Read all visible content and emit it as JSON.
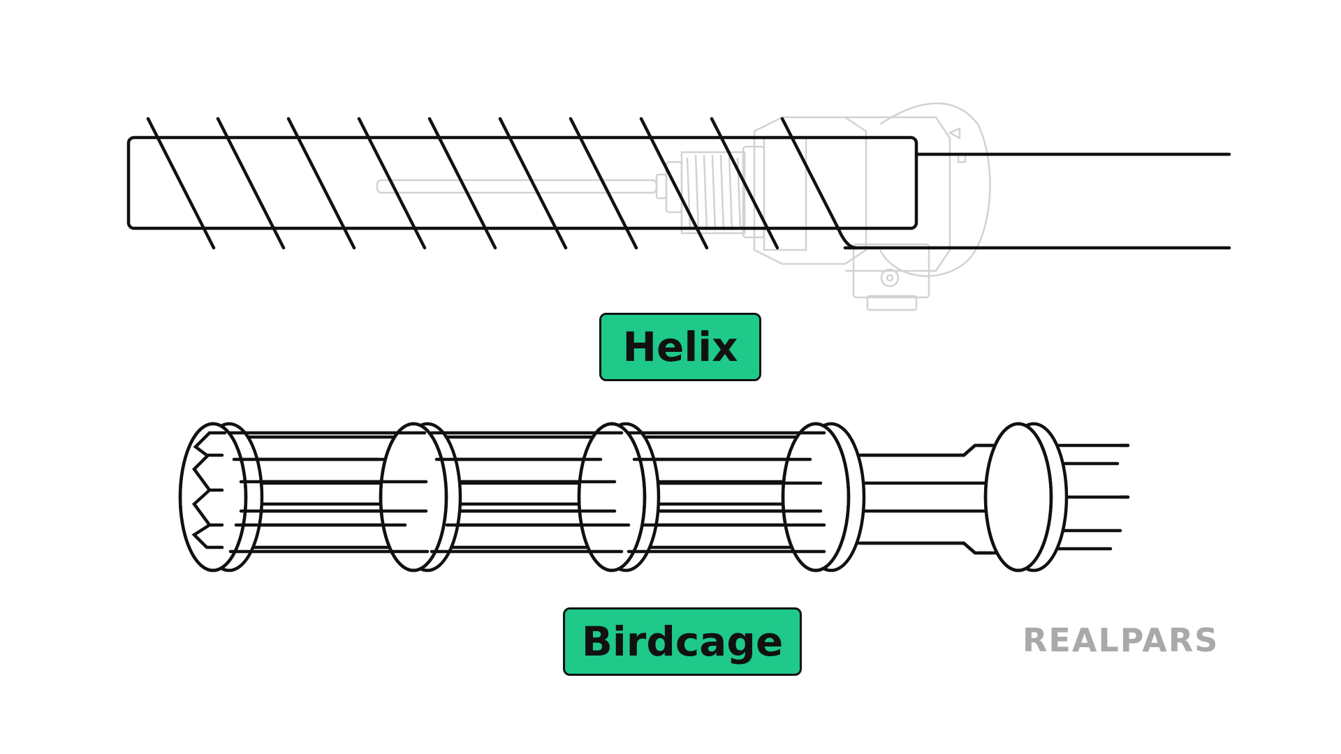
{
  "labels": {
    "helix": "Helix",
    "birdcage": "Birdcage"
  },
  "brand": {
    "logo_text": "REALPARS"
  },
  "colors": {
    "label_fill": "#1ec98a",
    "ink": "#111111",
    "faint_ink": "#d0d0d0",
    "logo": "#a7a9ab"
  },
  "icons": [
    "rtd-helix-element",
    "rtd-birdcage-element",
    "rtd-probe-background"
  ]
}
